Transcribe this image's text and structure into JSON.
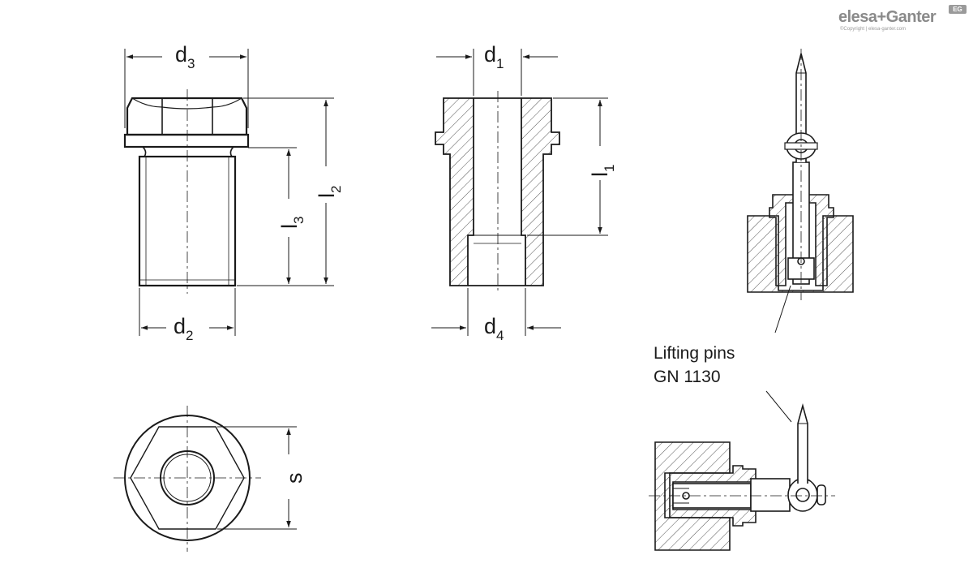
{
  "brand": {
    "name": "elesa+Ganter",
    "copyright": "©Copyright | elesa-ganter.com",
    "badge": "EG"
  },
  "dimensions": {
    "d3": {
      "main": "d",
      "sub": "3"
    },
    "d1": {
      "main": "d",
      "sub": "1"
    },
    "d2": {
      "main": "d",
      "sub": "2"
    },
    "d4": {
      "main": "d",
      "sub": "4"
    },
    "l1": {
      "main": "l",
      "sub": "1"
    },
    "l2": {
      "main": "l",
      "sub": "2"
    },
    "l3": {
      "main": "l",
      "sub": "3"
    },
    "s": {
      "main": "s"
    }
  },
  "note": {
    "line1": "Lifting pins",
    "line2": "GN 1130"
  },
  "colors": {
    "stroke": "#1a1a1a",
    "hatch": "#555555",
    "background": "#ffffff",
    "brand": "#8a8a8a"
  }
}
